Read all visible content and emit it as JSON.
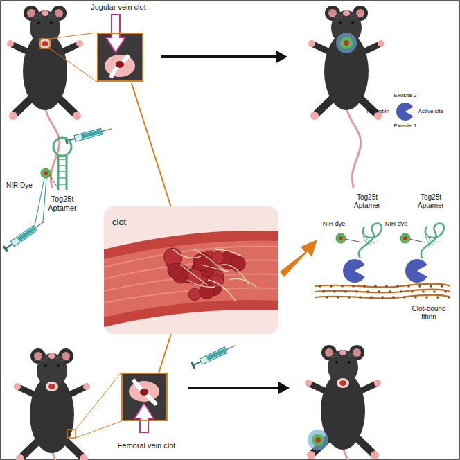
{
  "diagram": {
    "nodes": [
      {
        "text": [
          "Jugular vein clot"
        ]
      },
      {
        "text": [
          "clot"
        ]
      },
      {
        "text": [
          "Femoral vein clot"
        ]
      }
    ],
    "edges": [
      {
        "from": 0,
        "to": 1,
        "arrow": "none"
      },
      {
        "from": 2,
        "to": 1,
        "arrow": "none"
      }
    ],
    "labels": [
      "Exosite 2",
      "Thrombin",
      "Active site",
      "Exosite 1",
      "Tog25t Aptamer",
      "NIR Dye",
      "Tog25t Aptamer",
      "NIR dye",
      "Tog25t Aptamer",
      "NIR dye",
      "Clot-bound fibrin"
    ]
  }
}
